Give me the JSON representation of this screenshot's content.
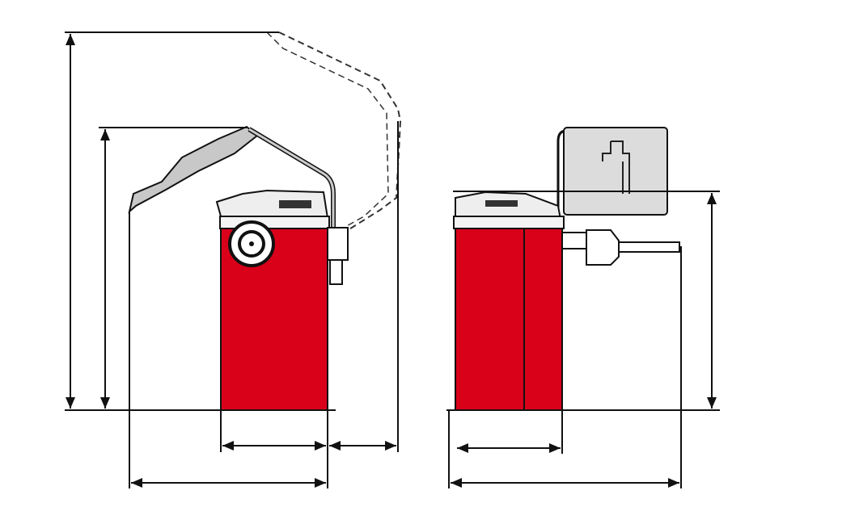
{
  "colors": {
    "body": "#d9001a",
    "body_shade": "#b80016",
    "hood": "#c8c8c8",
    "monitor": "#dcdcdc",
    "line": "#111111"
  },
  "views": [
    {
      "name": "front-view",
      "elements": [
        "hood",
        "hood-raised-outline",
        "wheel-shaft",
        "weight-tray",
        "cabinet"
      ]
    },
    {
      "name": "side-view",
      "elements": [
        "monitor",
        "shaft",
        "weight-tray",
        "cabinet"
      ]
    }
  ]
}
